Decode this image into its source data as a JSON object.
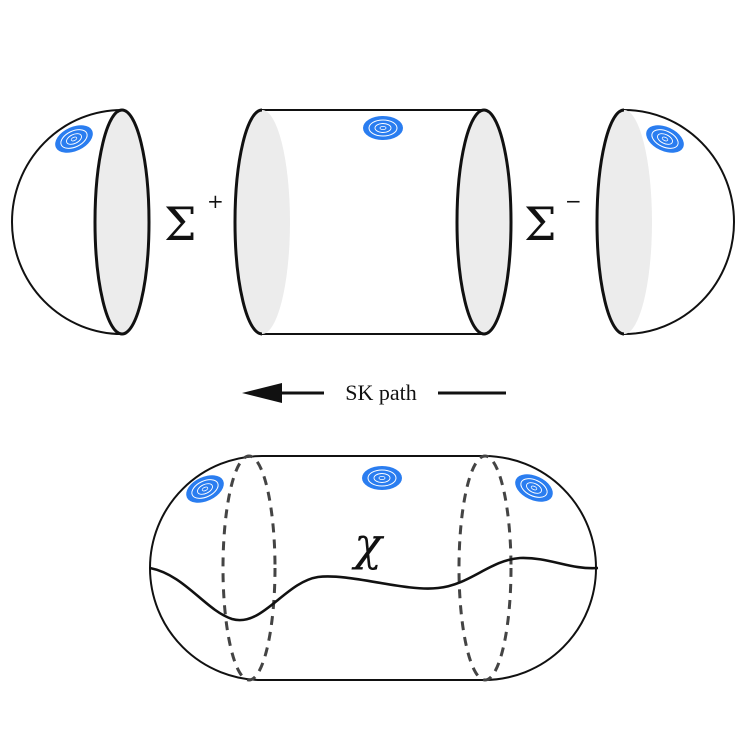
{
  "figure": {
    "top_row": {
      "sigma_plus": {
        "base": "Σ",
        "sup": "+"
      },
      "sigma_minus": {
        "base": "Σ",
        "sup": "−"
      }
    },
    "arrow": {
      "label": "SK path",
      "direction": "left"
    },
    "bottom": {
      "symbol": "χ"
    }
  },
  "colors": {
    "stroke": "#111111",
    "disk_fill": "#ececec",
    "marker_blue": "#2a7df0",
    "marker_ring": "#ffffff",
    "dashed": "#444444"
  },
  "icons": {
    "marker": "blue-vortex-marker-icon"
  }
}
